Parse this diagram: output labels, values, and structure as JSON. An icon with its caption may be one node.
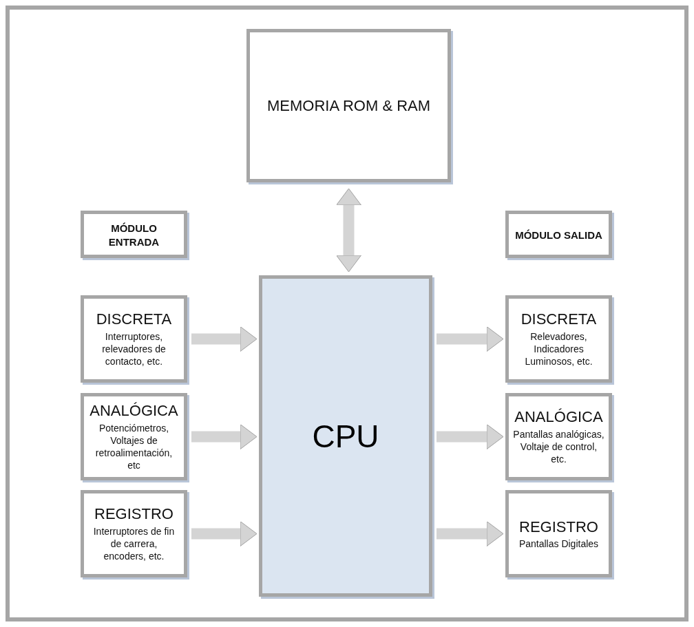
{
  "diagram": {
    "nodes": [
      {
        "text": [
          "MEMORIA ROM & RAM"
        ]
      },
      {
        "text": [
          "MÓDULO ENTRADA"
        ]
      },
      {
        "text": [
          "MÓDULO SALIDA"
        ]
      },
      {
        "text": [
          "CPU"
        ]
      },
      {
        "text": [
          "DISCRETA",
          "Interruptores, relevadores de contacto, etc."
        ]
      },
      {
        "text": [
          "ANALÓGICA",
          "Potenciómetros, Voltajes de retroalimentación, etc"
        ]
      },
      {
        "text": [
          "REGISTRO",
          "Interruptores de fin de carrera, encoders, etc."
        ]
      },
      {
        "text": [
          "DISCRETA",
          "Relevadores, Indicadores Luminosos, etc."
        ]
      },
      {
        "text": [
          "ANALÓGICA",
          "Pantallas analógicas, Voltaje de control, etc."
        ]
      },
      {
        "text": [
          "REGISTRO",
          "Pantallas Digitales"
        ]
      }
    ],
    "edges": [
      {
        "from": 0,
        "to": 3,
        "arrow": "both"
      },
      {
        "from": 4,
        "to": 3,
        "arrow": "to"
      },
      {
        "from": 5,
        "to": 3,
        "arrow": "to"
      },
      {
        "from": 6,
        "to": 3,
        "arrow": "to"
      },
      {
        "from": 3,
        "to": 7,
        "arrow": "to"
      },
      {
        "from": 3,
        "to": 8,
        "arrow": "to"
      },
      {
        "from": 3,
        "to": 9,
        "arrow": "to"
      }
    ]
  }
}
